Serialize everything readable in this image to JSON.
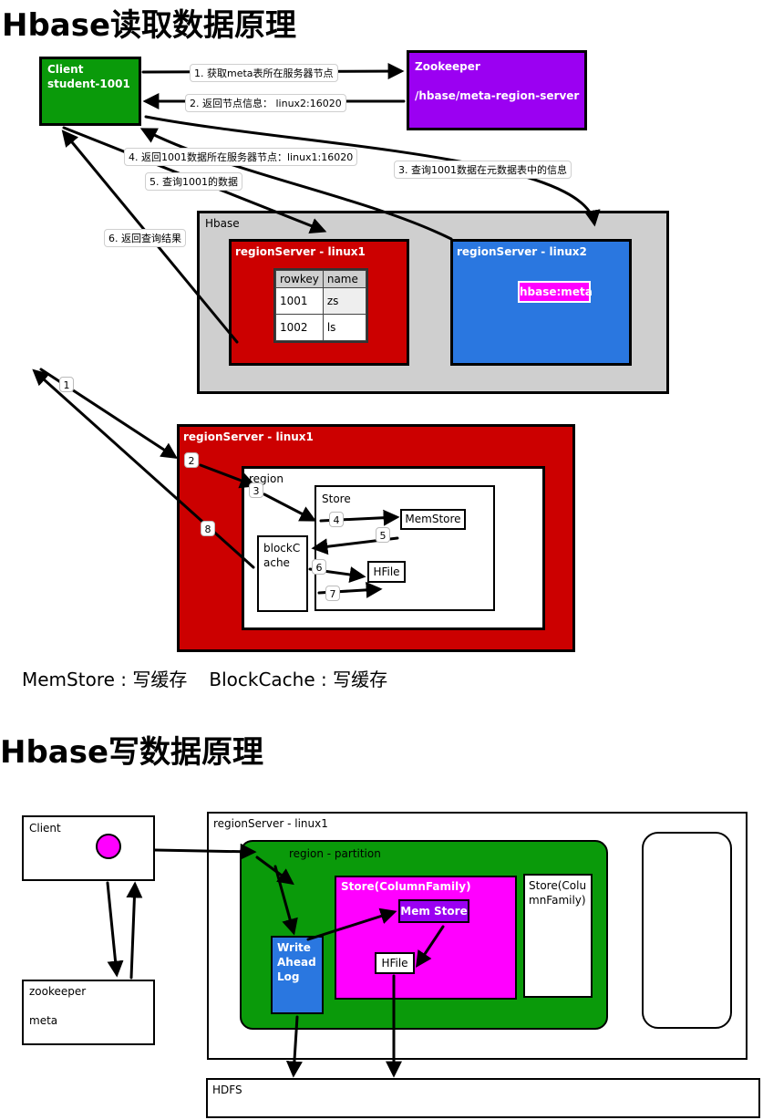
{
  "read": {
    "title": "Hbase读取数据原理",
    "client": {
      "line1": "Client",
      "line2": "student-1001"
    },
    "zookeeper": {
      "line1": "Zookeeper",
      "line2": "/hbase/meta-region-server"
    },
    "steps": {
      "s1": "1. 获取meta表所在服务器节点",
      "s2": "2. 返回节点信息： linux2:16020",
      "s3": "3. 查询1001数据在元数据表中的信息",
      "s4": "4. 返回1001数据所在服务器节点：linux1:16020",
      "s5": "5. 查询1001的数据",
      "s6": "6. 返回查询结果"
    },
    "hbase_label": "Hbase",
    "rs1_label": "regionServer - linux1",
    "rs2_label": "regionServer - linux2",
    "meta_label": "hbase:meta",
    "table": {
      "headers": [
        "rowkey",
        "name"
      ],
      "rows": [
        [
          "1001",
          "zs"
        ],
        [
          "1002",
          "ls"
        ]
      ]
    }
  },
  "detail": {
    "rs_label": "regionServer - linux1",
    "region_label": "region",
    "store_label": "Store",
    "memstore_label": "MemStore",
    "blockcache_label": "blockC ache",
    "hfile_label": "HFile",
    "nums": [
      "1",
      "2",
      "3",
      "4",
      "5",
      "6",
      "7",
      "8"
    ]
  },
  "caption": {
    "memstore": "MemStore",
    "memstore_desc": " : 写缓存",
    "blockcache": "BlockCache",
    "blockcache_desc": " : 写缓存"
  },
  "write": {
    "title": "Hbase写数据原理",
    "client_label": "Client",
    "zookeeper_label": "zookeeper",
    "meta_label": "meta",
    "rs_label": "regionServer - linux1",
    "region_label": "region - partition",
    "store_label": "Store(ColumnFamily)",
    "store2_label": "Store(ColumnFamily)",
    "memstore_label": "Mem Store",
    "hfile_label": "HFile",
    "wal_label": "Write Ahead Log",
    "hdfs_label": "HDFS"
  },
  "colors": {
    "green": "#0a9a0a",
    "purple": "#9b00f2",
    "red": "#cc0000",
    "blue": "#2a77e0",
    "magenta": "#ff00ff",
    "gray": "#cfcfcf"
  }
}
